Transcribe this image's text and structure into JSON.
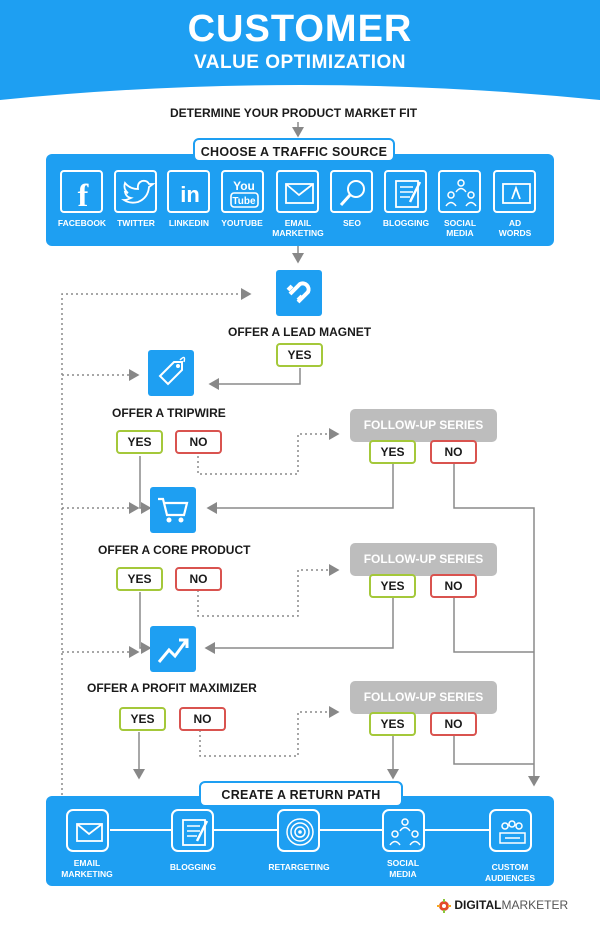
{
  "header": {
    "title": "CUSTOMER",
    "subtitle": "VALUE OPTIMIZATION"
  },
  "steps": {
    "market_fit": "DETERMINE YOUR PRODUCT MARKET FIT",
    "traffic": "CHOOSE A TRAFFIC SOURCE",
    "lead_magnet": "OFFER A LEAD MAGNET",
    "tripwire": "OFFER A TRIPWIRE",
    "core_product": "OFFER A CORE PRODUCT",
    "profit_maximizer": "OFFER A PROFIT MAXIMIZER",
    "return_path": "CREATE A RETURN PATH"
  },
  "traffic_sources": [
    {
      "label": "FACEBOOK",
      "icon": "facebook-icon"
    },
    {
      "label": "TWITTER",
      "icon": "twitter-icon"
    },
    {
      "label": "LINKEDIN",
      "icon": "linkedin-icon"
    },
    {
      "label": "YOUTUBE",
      "icon": "youtube-icon"
    },
    {
      "label": "EMAIL MARKETING",
      "icon": "email-icon"
    },
    {
      "label": "SEO",
      "icon": "search-icon"
    },
    {
      "label": "BLOGGING",
      "icon": "blogging-icon"
    },
    {
      "label": "SOCIAL MEDIA",
      "icon": "social-media-icon"
    },
    {
      "label": "AD WORDS",
      "icon": "adwords-icon"
    }
  ],
  "decisions": {
    "yes": "YES",
    "no": "NO"
  },
  "follow_up": "FOLLOW-UP SERIES",
  "return_channels": [
    {
      "label": "EMAIL MARKETING",
      "icon": "email-icon"
    },
    {
      "label": "BLOGGING",
      "icon": "blogging-icon"
    },
    {
      "label": "RETARGETING",
      "icon": "retargeting-icon"
    },
    {
      "label": "SOCIAL MEDIA",
      "icon": "social-media-icon"
    },
    {
      "label": "CUSTOM AUDIENCES",
      "icon": "audience-icon"
    }
  ],
  "brand": {
    "part1": "DIGITAL",
    "part2": "MARKETER"
  },
  "colors": {
    "blue": "#1e9ff2",
    "yes": "#a4c83a",
    "no": "#d9534f",
    "follow_up": "#bdbdbd"
  }
}
